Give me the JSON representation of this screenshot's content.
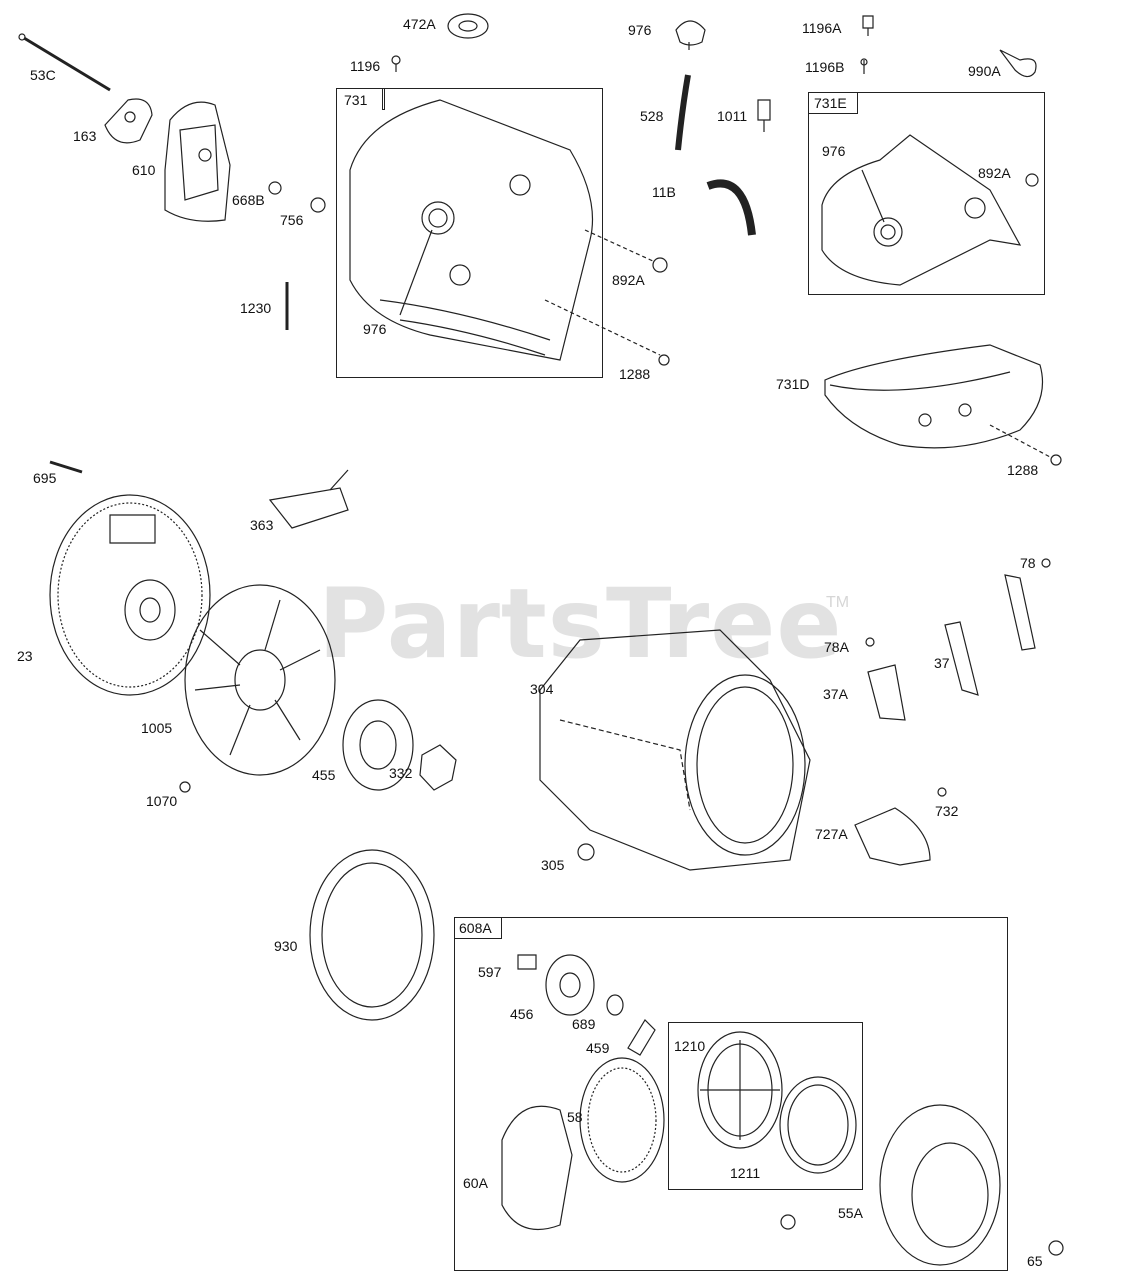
{
  "watermark": {
    "text": "PartsTree",
    "trademark": "TM"
  },
  "groups": [
    {
      "id": "731",
      "label": "731"
    },
    {
      "id": "731E",
      "label": "731E"
    },
    {
      "id": "608A",
      "label": "608A"
    },
    {
      "id": "1210",
      "label": "1210"
    }
  ],
  "labels": [
    "53C",
    "472A",
    "976",
    "1196A",
    "1196",
    "1196B",
    "990A",
    "163",
    "610",
    "528",
    "1011",
    "976",
    "892A",
    "668B",
    "756",
    "11B",
    "892A",
    "1230",
    "976",
    "1288",
    "731D",
    "1288",
    "695",
    "363",
    "78",
    "23",
    "78A",
    "304",
    "37",
    "37A",
    "1005",
    "455",
    "332",
    "1070",
    "732",
    "727A",
    "305",
    "930",
    "597",
    "456",
    "689",
    "459",
    "1211",
    "58",
    "60A",
    "55A",
    "65"
  ]
}
